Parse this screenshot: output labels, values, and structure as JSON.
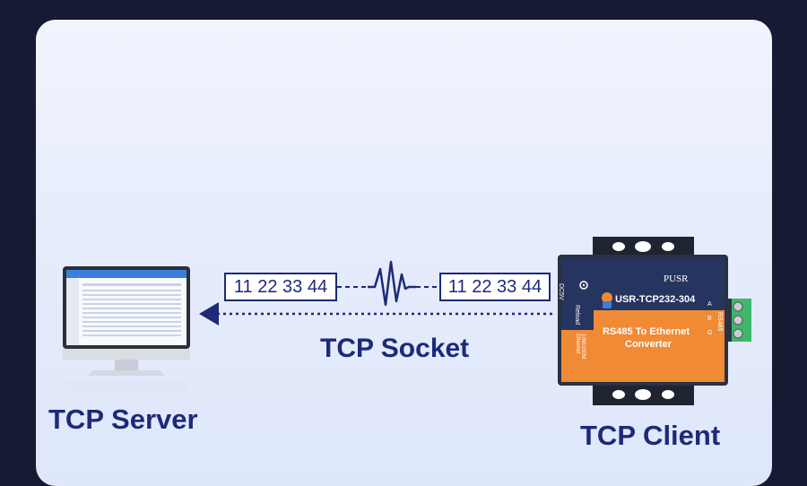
{
  "colors": {
    "background": "#161a33",
    "panel": "#e8eefc",
    "accent": "#1d2a78",
    "device_blue": "#24335d",
    "device_orange": "#f08a35",
    "terminal_green": "#3db86a"
  },
  "labels": {
    "server": "TCP Server",
    "client": "TCP Client",
    "socket": "TCP Socket",
    "data_left": "11 22 33 44",
    "data_right": "11 22 33 44"
  },
  "device": {
    "brand": "PUSR",
    "model": "USR-TCP232-304",
    "title_line1": "RS485 To Ethernet",
    "title_line2": "Converter",
    "port_dc": "DC5V",
    "port_reload": "Reload",
    "port_ethernet": "10M/100M Ethernet",
    "port_rs485": "RS485",
    "pin_a": "A",
    "pin_b": "B",
    "pin_g": "G"
  },
  "icons": [
    "monitor-icon",
    "arrow-left-icon",
    "signal-wave-icon",
    "serial-server-device-icon"
  ]
}
